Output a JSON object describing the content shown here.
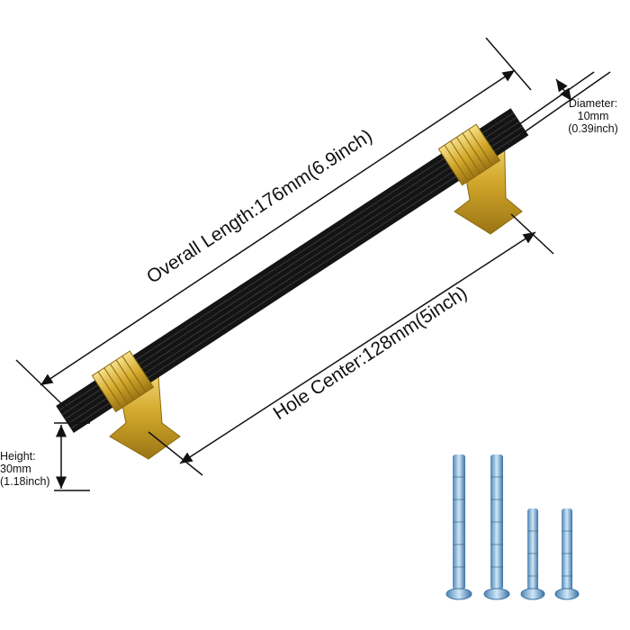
{
  "dimensions": {
    "overall_length": "Overall Length:176mm(6.9inch)",
    "hole_center": "Hole Center:128mm(5inch)",
    "diameter": {
      "title": "Diameter:",
      "mm": "10mm",
      "inch": "(0.39inch)"
    },
    "height": {
      "title": "Height:",
      "mm": "30mm",
      "inch": "(1.18inch)"
    }
  },
  "colors": {
    "bar": "#141414",
    "gold": "#d8b23a",
    "screw": "#7fb2d8"
  }
}
